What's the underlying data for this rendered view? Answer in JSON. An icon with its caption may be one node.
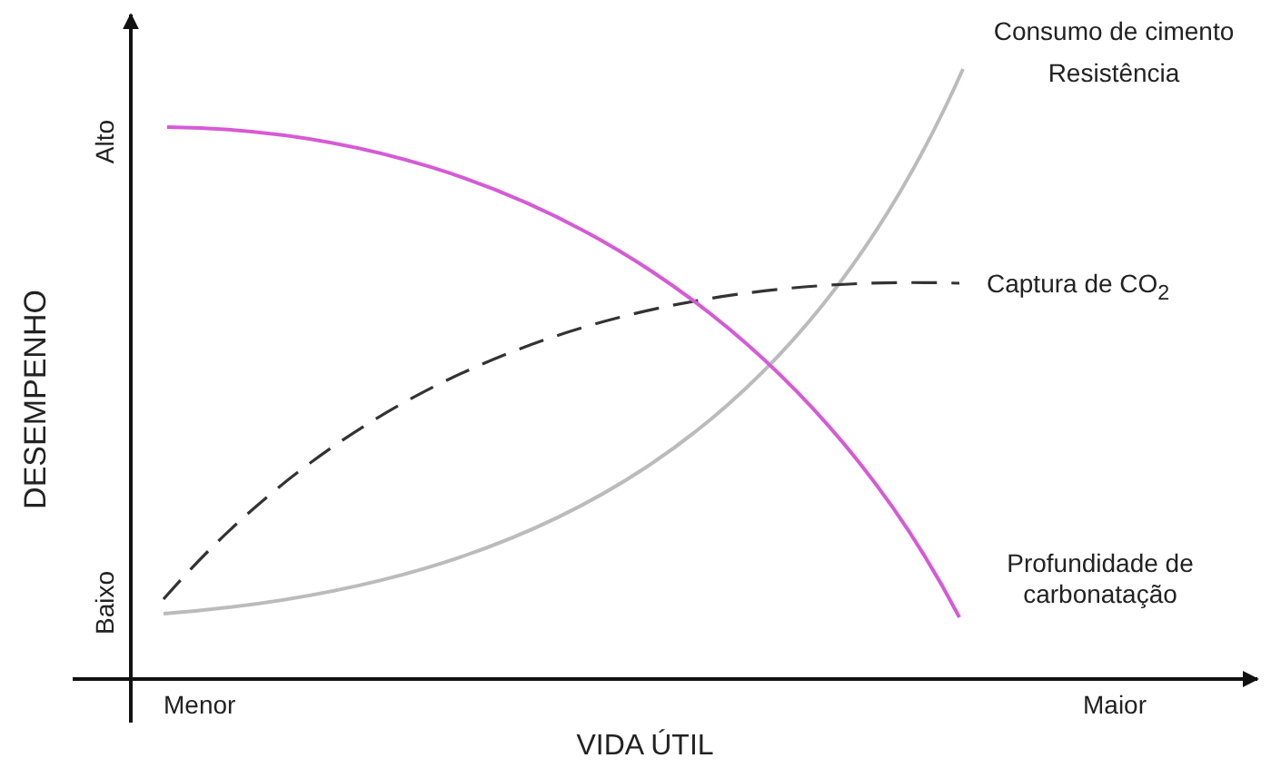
{
  "diagram": {
    "labels": [
      "Consumo de cimento",
      "Resistência",
      "Alto",
      "DESEMPENHO",
      "Captura de CO$_{2}$",
      "Baixo",
      "Profundidade de carbonatação",
      "Menor",
      "Maior",
      "VIDA ÚTIL"
    ]
  }
}
